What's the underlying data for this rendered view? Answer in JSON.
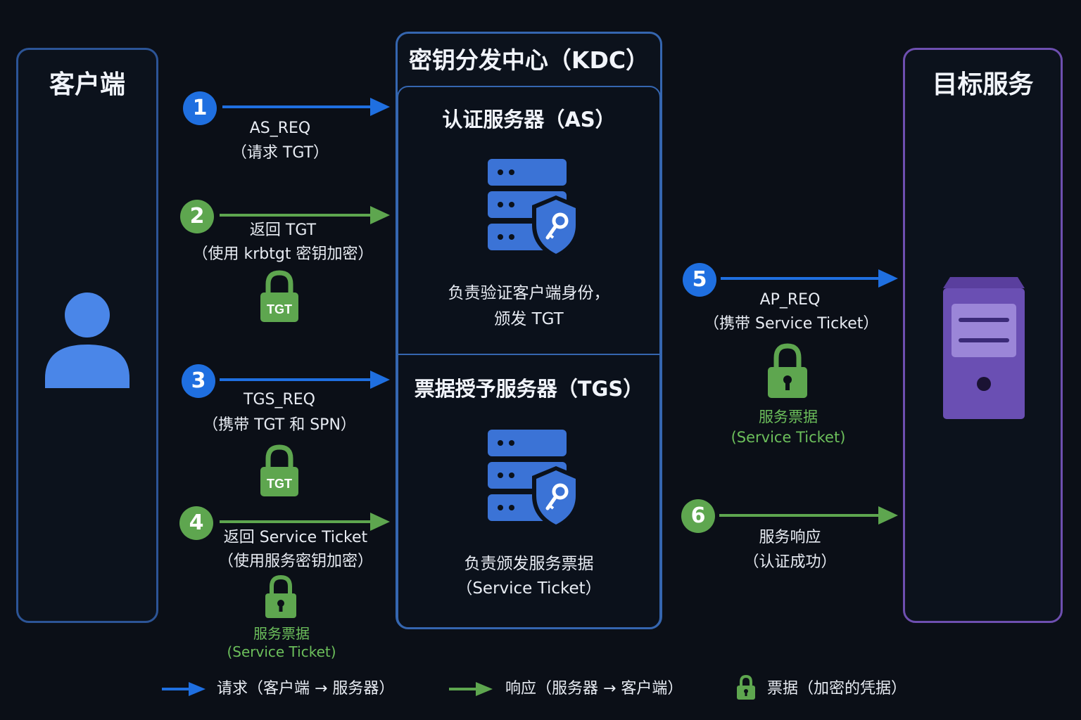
{
  "client": {
    "title": "客户端"
  },
  "kdc": {
    "title": "密钥分发中心（KDC）",
    "as": {
      "title": "认证服务器（AS）",
      "desc": [
        "负责验证客户端身份，",
        "颁发 TGT"
      ]
    },
    "tgs": {
      "title": "票据授予服务器（TGS）",
      "desc": [
        "负责颁发服务票据",
        "（Service Ticket）"
      ]
    }
  },
  "target": {
    "title": "目标服务"
  },
  "steps": [
    {
      "num": "1",
      "lines": [
        "AS_REQ",
        "（请求 TGT）"
      ]
    },
    {
      "num": "2",
      "lines": [
        "返回 TGT",
        "（使用 krbtgt 密钥加密）"
      ],
      "lock": "TGT"
    },
    {
      "num": "3",
      "lines": [
        "TGS_REQ",
        "（携带 TGT 和 SPN）"
      ],
      "lock": "TGT"
    },
    {
      "num": "4",
      "lines": [
        "返回 Service Ticket",
        "（使用服务密钥加密）"
      ],
      "ticket": [
        "服务票据",
        "(Service Ticket)"
      ]
    },
    {
      "num": "5",
      "lines": [
        "AP_REQ",
        "（携带 Service Ticket）"
      ],
      "ticket": [
        "服务票据",
        "(Service Ticket)"
      ]
    },
    {
      "num": "6",
      "lines": [
        "服务响应",
        "（认证成功）"
      ]
    }
  ],
  "legend": {
    "request": "请求（客户端 → 服务器）",
    "response": "响应（服务器 → 客户端）",
    "ticket": "票据（加密的凭据）"
  },
  "colors": {
    "request": "#1f6fe0",
    "response": "#5ea64f",
    "lock": "#5ea64f",
    "server": "#3b73d6",
    "target_server": "#6a4fb3"
  }
}
